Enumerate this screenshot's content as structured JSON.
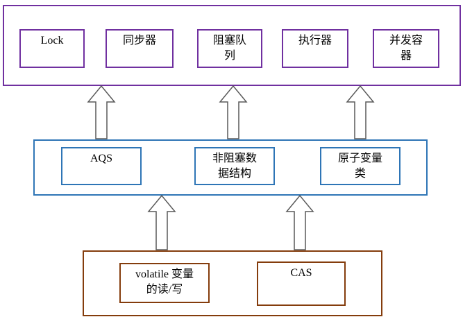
{
  "top_layer": {
    "items": [
      "Lock",
      "同步器",
      "阻塞队\n列",
      "执行器",
      "并发容\n器"
    ]
  },
  "middle_layer": {
    "items": [
      "AQS",
      "非阻塞数\n据结构",
      "原子变量\n类"
    ]
  },
  "bottom_layer": {
    "items": [
      "volatile 变量\n的读/写",
      "CAS"
    ]
  },
  "colors": {
    "top_border": "#7030a0",
    "middle_border": "#2e75b6",
    "bottom_border": "#843c0c",
    "arrow_stroke": "#595959"
  }
}
